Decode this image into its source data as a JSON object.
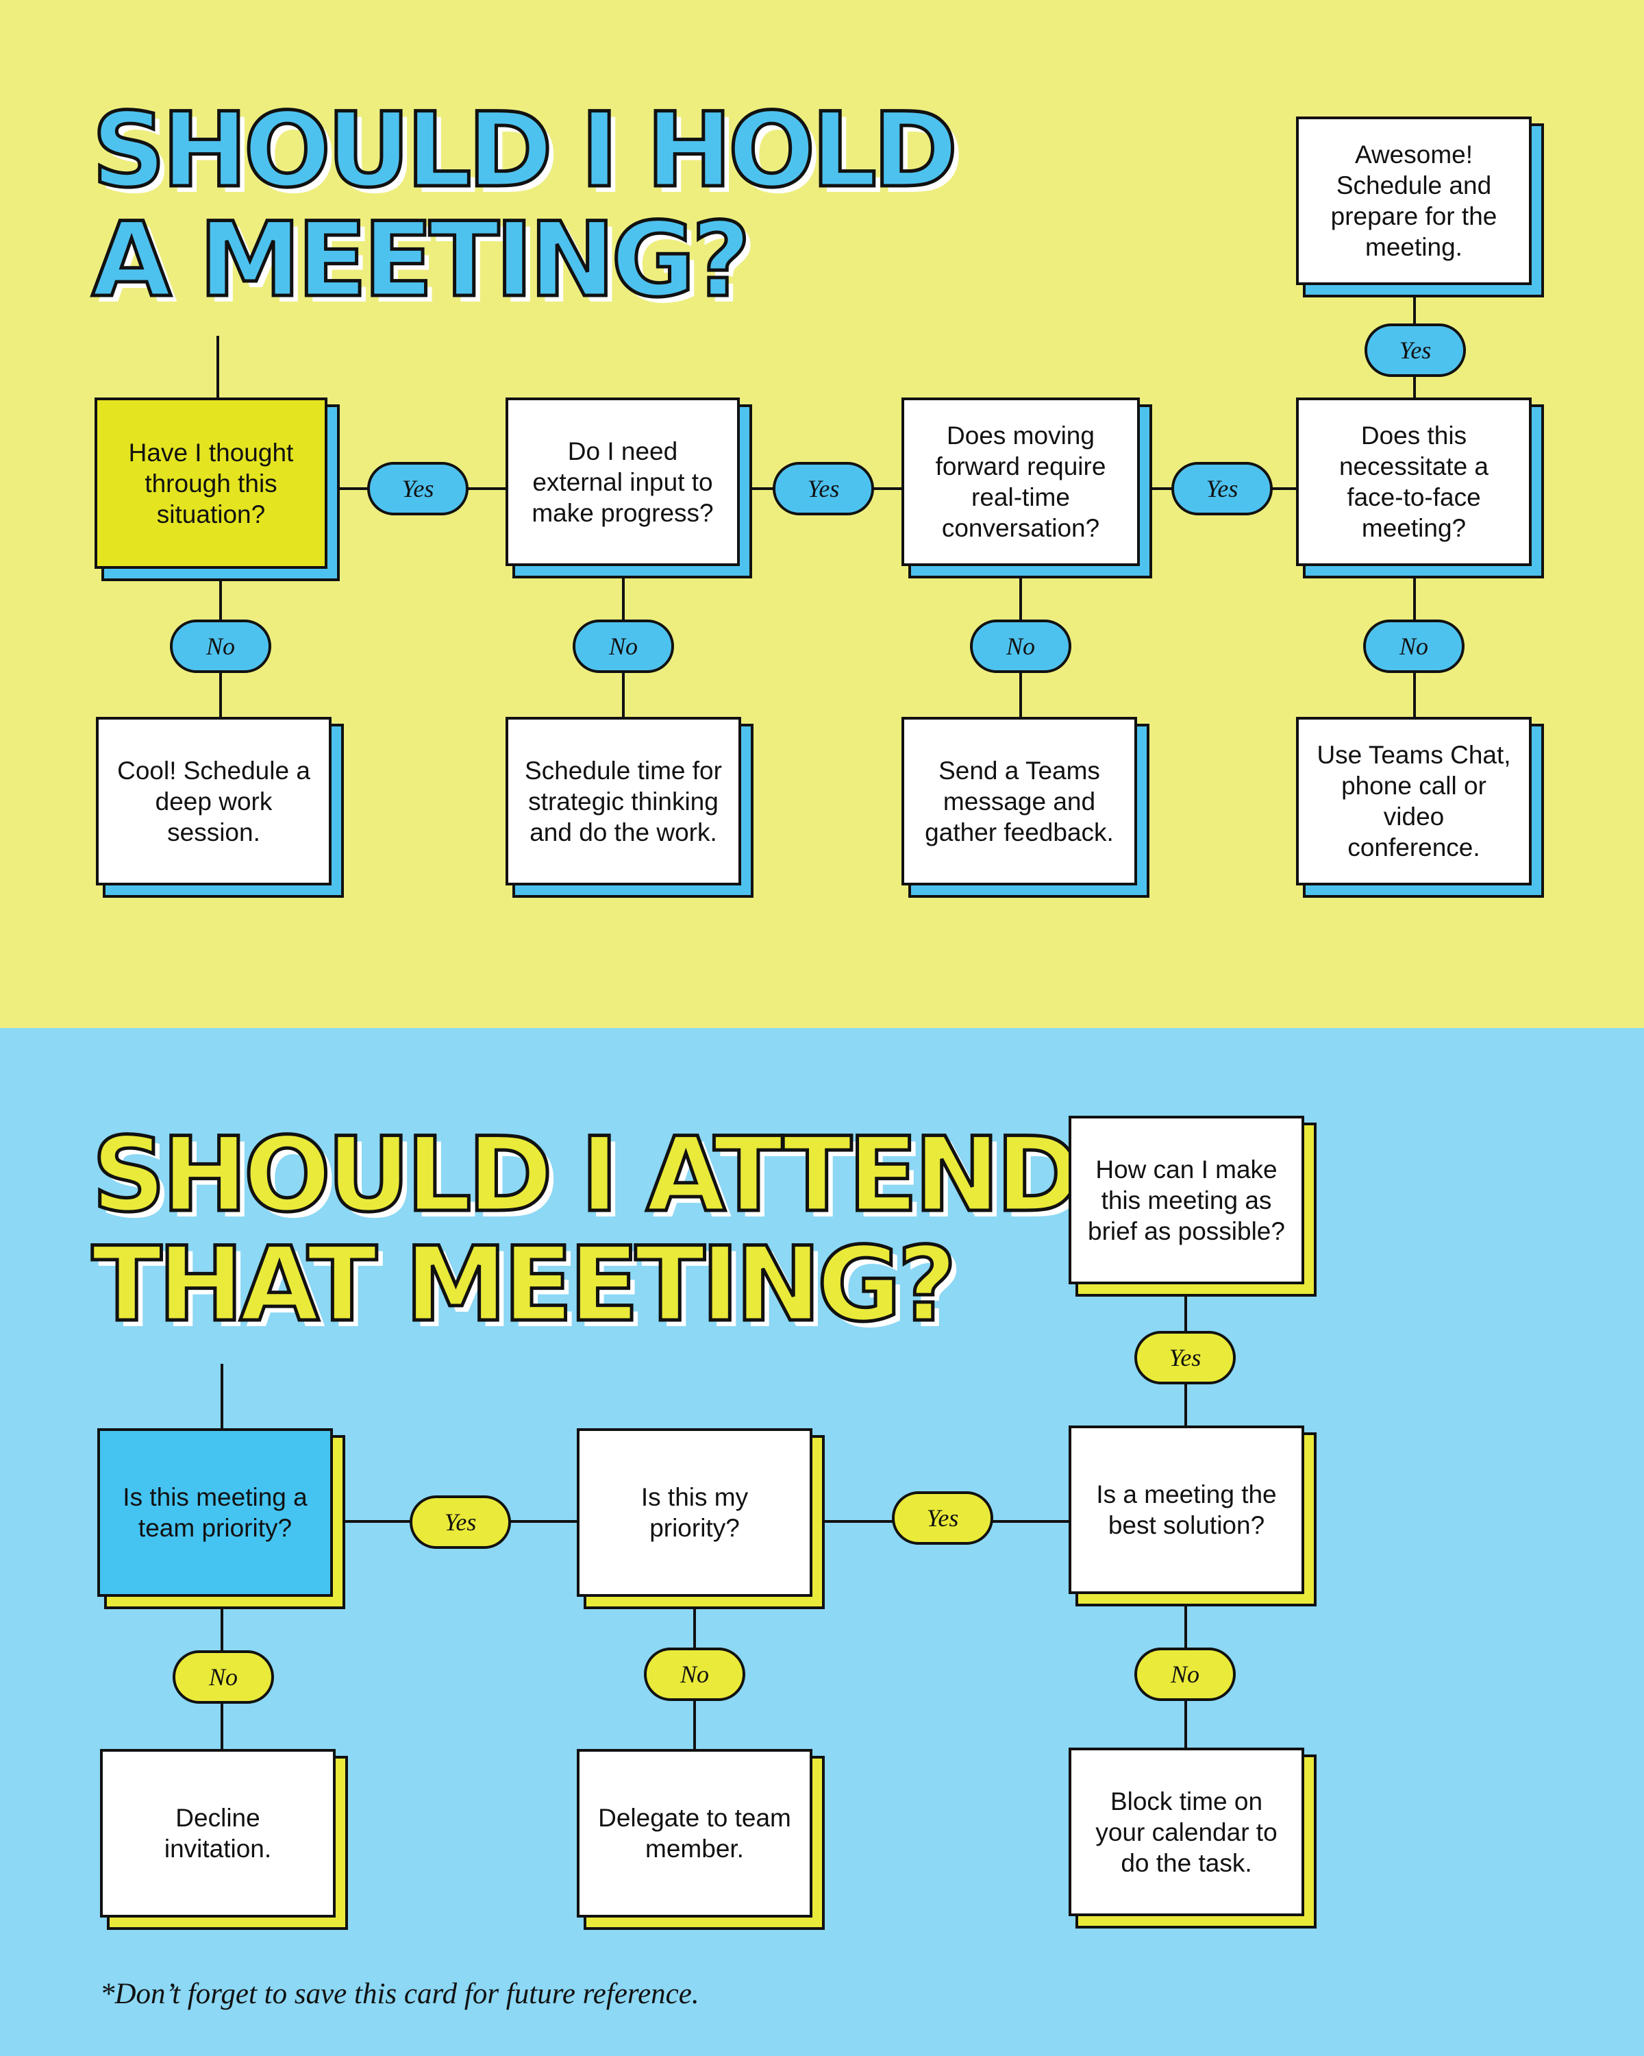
{
  "hold": {
    "title_line1": "SHOULD I HOLD",
    "title_line2": "A MEETING?",
    "q1": "Have I thought through this situation?",
    "q2": "Do I need external input to make progress?",
    "q3": "Does moving forward require real-time conversation?",
    "q4": "Does this necessitate a face-to-face meeting?",
    "top_result": "Awesome! Schedule and prepare for the meeting.",
    "a1": "Cool! Schedule a deep work session.",
    "a2": "Schedule time for strategic thinking and do the work.",
    "a3": "Send a Teams message and gather feedback.",
    "a4": "Use Teams Chat, phone call or video conference.",
    "yes": "Yes",
    "no": "No"
  },
  "attend": {
    "title_line1": "SHOULD I ATTEND",
    "title_line2": "THAT MEETING?",
    "q1": "Is this meeting a team priority?",
    "q2": "Is this my priority?",
    "q3": "Is a meeting the best solution?",
    "top_result": "How can I make this meeting as brief as possible?",
    "a1": "Decline invitation.",
    "a2": "Delegate to team member.",
    "a3": "Block time on your calendar to do the task.",
    "yes": "Yes",
    "no": "No"
  },
  "footnote": "*Don’t forget to save this card for future reference.",
  "colors": {
    "top_background": "#eeee7f",
    "bottom_background": "#8cd8f5",
    "blue_accent": "#4ec2ef",
    "yellow_accent": "#eaea3a"
  }
}
